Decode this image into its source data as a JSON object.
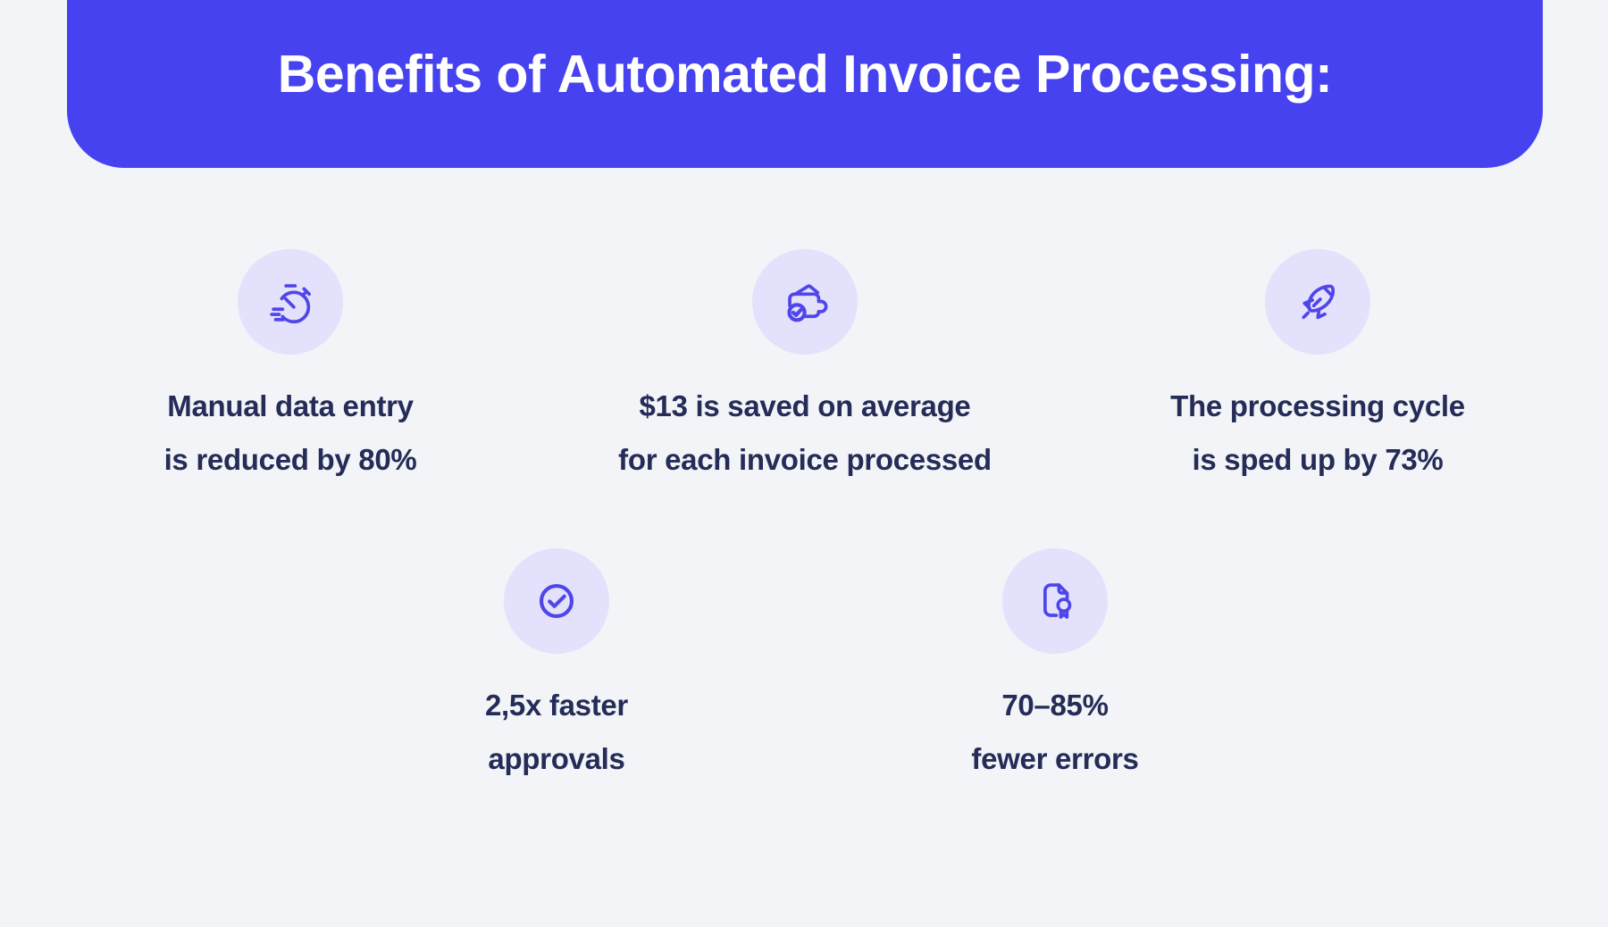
{
  "header": {
    "title": "Benefits of Automated Invoice Processing:"
  },
  "benefits": [
    {
      "icon": "stopwatch-icon",
      "lines": [
        "Manual data entry",
        "is reduced by 80%"
      ]
    },
    {
      "icon": "wallet-check-icon",
      "lines": [
        "$13 is saved on average",
        "for each invoice processed"
      ]
    },
    {
      "icon": "rocket-icon",
      "lines": [
        "The processing cycle",
        "is sped up by 73%"
      ]
    },
    {
      "icon": "check-circle-icon",
      "lines": [
        "2,5x faster",
        "approvals"
      ]
    },
    {
      "icon": "document-certificate-icon",
      "lines": [
        "70–85%",
        "fewer errors"
      ]
    }
  ],
  "colors": {
    "banner": "#4642f0",
    "background": "#f2f4f7",
    "icon_circle_fill": "#e3e1fb",
    "icon_stroke": "#4f46ea",
    "body_text": "#242c57",
    "title_text": "#ffffff"
  }
}
